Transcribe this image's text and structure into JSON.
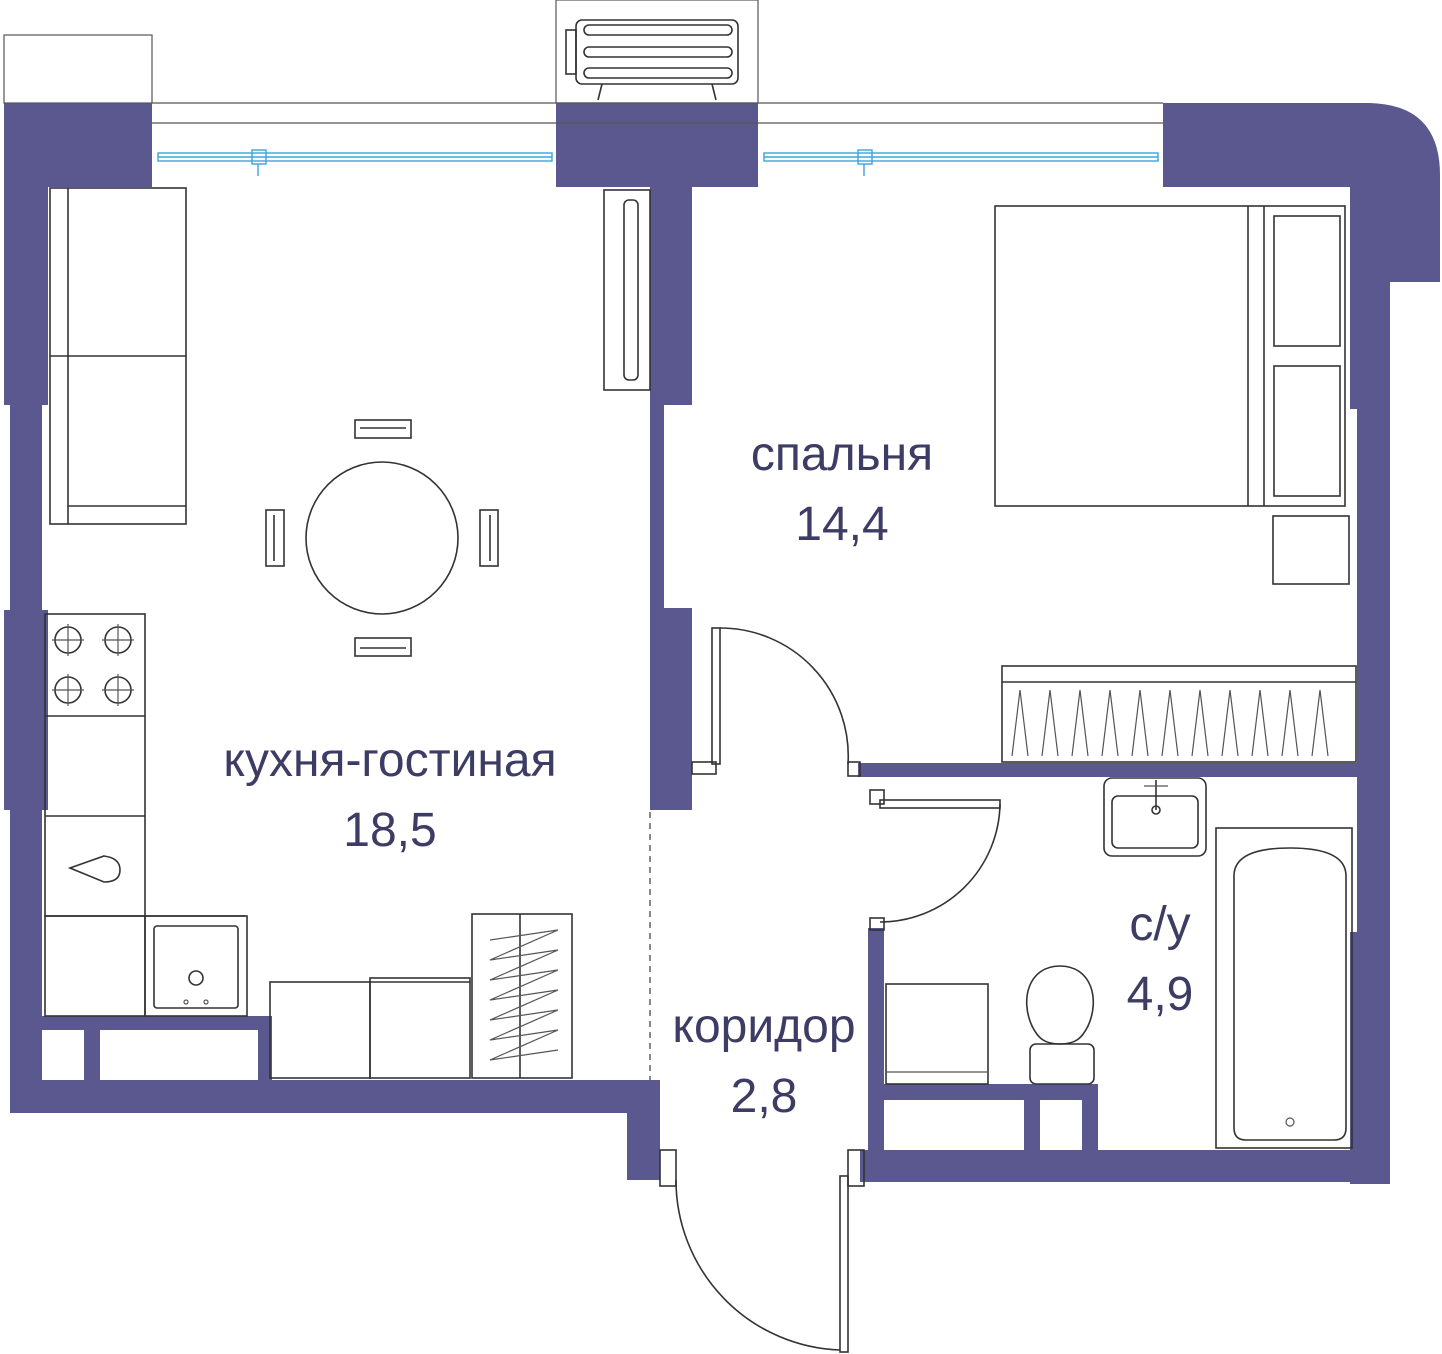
{
  "colors": {
    "wall": "#5b5890",
    "label": "#3c3c64",
    "window_glass": "#3aa6d8",
    "furniture_line": "#333333"
  },
  "rooms": [
    {
      "id": "living-kitchen",
      "name": "кухня-гостиная",
      "area": "18,5"
    },
    {
      "id": "bedroom",
      "name": "спальня",
      "area": "14,4"
    },
    {
      "id": "bathroom",
      "name": "с/у",
      "area": "4,9"
    },
    {
      "id": "corridor",
      "name": "коридор",
      "area": "2,8"
    }
  ],
  "icons": [
    "air-conditioner-icon",
    "sofa-icon",
    "dining-table-icon",
    "chair-icon",
    "cooktop-icon",
    "sink-icon",
    "tv-icon",
    "bed-icon",
    "wardrobe-icon",
    "radiator-icon",
    "bathtub-icon",
    "toilet-icon",
    "washbasin-icon",
    "washing-machine-icon",
    "door-swing-icon",
    "window-icon"
  ]
}
